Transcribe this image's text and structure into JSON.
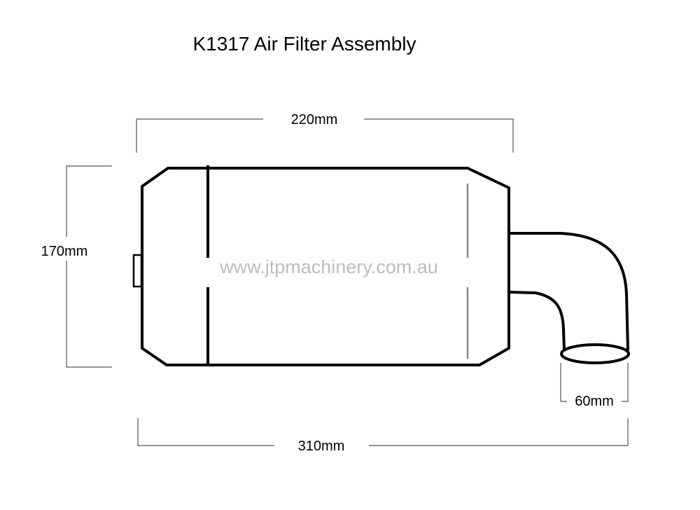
{
  "title": "K1317 Air Filter Assembly",
  "watermark": "www.jtpmachinery.com.au",
  "dimensions": {
    "top_width": "220mm",
    "height": "170mm",
    "overall_length": "310mm",
    "outlet_diameter": "60mm"
  },
  "colors": {
    "line": "#000000",
    "dimension_line": "#555555",
    "watermark": "#bdbdbd"
  }
}
